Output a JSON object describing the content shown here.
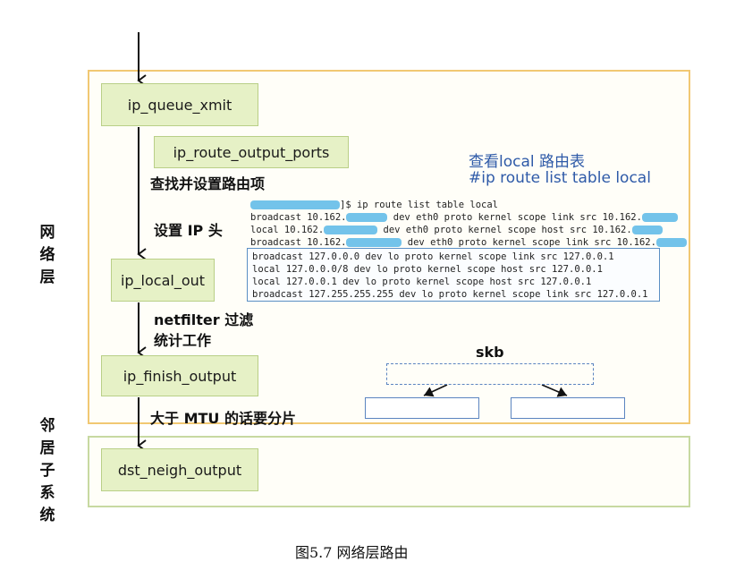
{
  "layers": {
    "network": "网络层",
    "neighbor": "邻居子系统"
  },
  "functions": {
    "ip_queue_xmit": "ip_queue_xmit",
    "ip_route_output_ports": "ip_route_output_ports",
    "ip_local_out": "ip_local_out",
    "ip_finish_output": "ip_finish_output",
    "dst_neigh_output": "dst_neigh_output"
  },
  "annotations": {
    "find_route": "查找并设置路由项",
    "set_ip_header": "设置 IP 头",
    "netfilter_line1": "netfilter 过滤",
    "netfilter_line2": "统计工作",
    "fragment": "大于 MTU 的话要分片"
  },
  "route_hint": {
    "title": "查看local 路由表",
    "command": "#ip route list table local"
  },
  "console": {
    "prompt_suffix": "]$ ip route list table local",
    "upper_rows": [
      {
        "a": "broadcast 10.162.",
        "b": " dev eth0  proto kernel  scope link  src 10.162."
      },
      {
        "a": "local 10.162.",
        "b": "  dev eth0  proto kernel  scope host  src 10.162."
      },
      {
        "a": "broadcast 10.162.",
        "b": "  dev eth0  proto kernel  scope link  src 10.162."
      }
    ],
    "local_rows": [
      "broadcast 127.0.0.0 dev lo  proto kernel  scope link  src 127.0.0.1",
      "local 127.0.0.0/8 dev lo  proto kernel  scope host  src 127.0.0.1",
      "local 127.0.0.1 dev lo  proto kernel  scope host  src 127.0.0.1",
      "broadcast 127.255.255.255 dev lo  proto kernel  scope link  src 127.0.0.1"
    ]
  },
  "skb": {
    "label": "skb"
  },
  "caption": "图5.7   网络层路由",
  "colors": {
    "network_frame": "#f1c873",
    "neighbor_frame": "#c7d9a1",
    "function_box": "#e6f1c6",
    "hint_text": "#2e5aa8",
    "redaction": "#5ab9e8"
  }
}
